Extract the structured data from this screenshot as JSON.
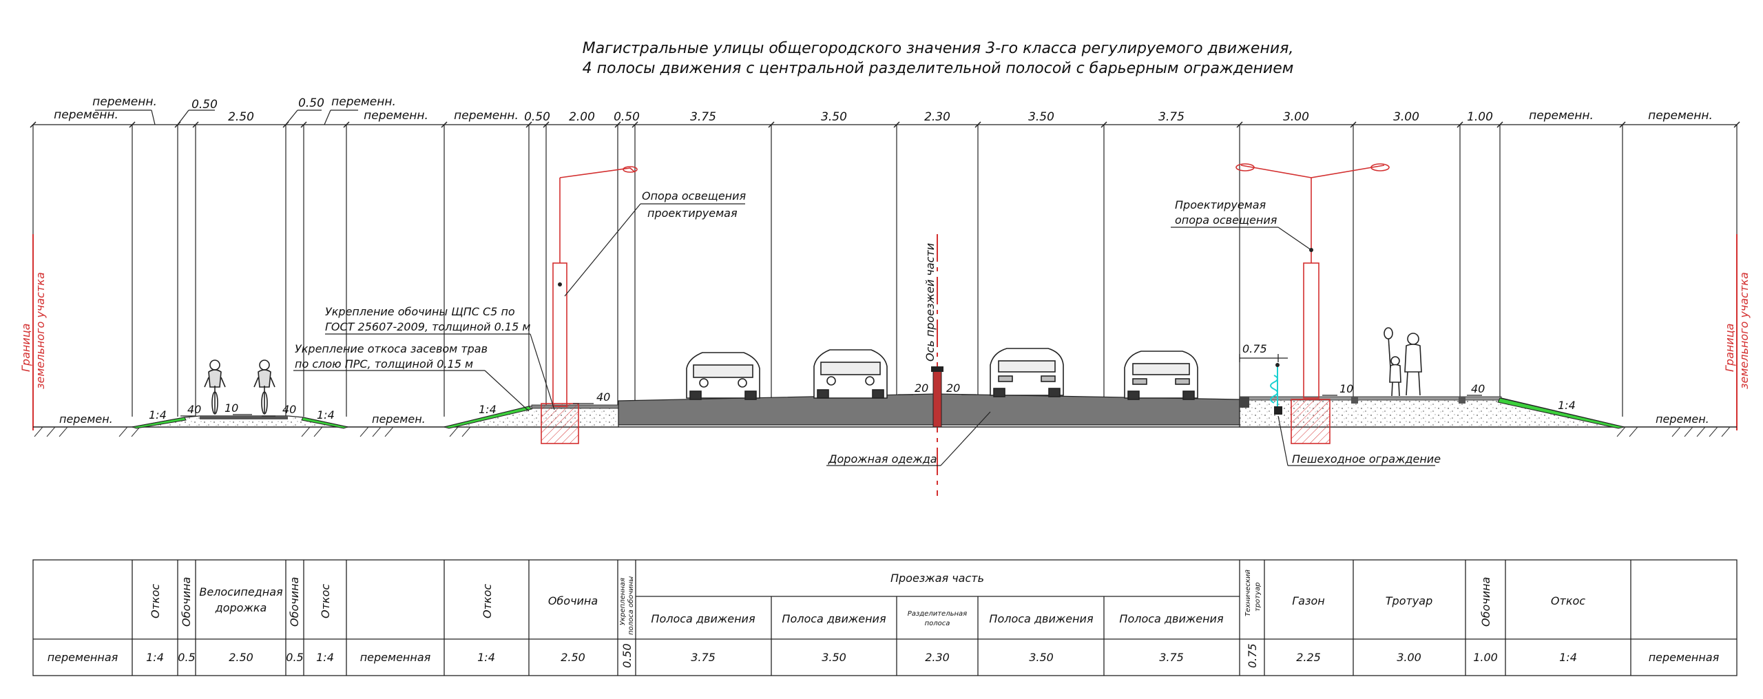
{
  "title": {
    "line1": "Магистральные улицы общегородского значения 3-го класса регулируемого движения,",
    "line2": "4 полосы движения с центральной разделительной полосой с барьерным ограждением"
  },
  "dimensions": [
    {
      "text": "перемен."
    },
    {
      "text": "переменн."
    },
    {
      "text": "0.50"
    },
    {
      "text": "2.50"
    },
    {
      "text": "0.50"
    },
    {
      "text": "переменн."
    },
    {
      "text": "переменн."
    },
    {
      "text": "переменн."
    },
    {
      "text": "0.50"
    },
    {
      "text": "2.00"
    },
    {
      "text": "0.50"
    },
    {
      "text": "3.75"
    },
    {
      "text": "3.50"
    },
    {
      "text": "2.30"
    },
    {
      "text": "3.50"
    },
    {
      "text": "3.75"
    },
    {
      "text": "3.00"
    },
    {
      "text": "3.00"
    },
    {
      "text": "1.00"
    },
    {
      "text": "переменн."
    },
    {
      "text": "переменн."
    }
  ],
  "slopes": {
    "s1": "1:4",
    "s2": "1:4",
    "s3": "1:4",
    "s4": "1:4",
    "p40a": "40",
    "p10a": "10",
    "p40b": "40",
    "p40c": "40",
    "p20a": "20",
    "p20b": "20",
    "p10b": "10",
    "p40d": "40",
    "dim075": "0.75",
    "peremen_left": "перемен.",
    "peremen_mid": "перемен.",
    "peremen_right": "перемен."
  },
  "labels": {
    "boundary_left_1": "Граница",
    "boundary_left_2": "земельного участка",
    "boundary_right_1": "Граница",
    "boundary_right_2": "земельного участка",
    "axis": "Ось проезжей части",
    "light_left_1": "Опора освещения",
    "light_left_2": "проектируемая",
    "light_right_1": "Проектируемая",
    "light_right_2": "опора освещения",
    "shoulder_1": "Укрепление обочины ЩПС С5 по",
    "shoulder_2": "ГОСТ 25607-2009, толщиной 0.15 м",
    "slope_1": "Укрепление откоса засевом трав",
    "slope_2": "по слою ПРС, толщиной 0.15 м",
    "pavement": "Дорожная одежда",
    "fence": "Пешеходное ограждение"
  },
  "table": {
    "h_otkos1": "Откос",
    "h_obochina1": "Обочина",
    "h_velo1": "Велосипедная",
    "h_velo2": "дорожка",
    "h_obochina2": "Обочина",
    "h_otkos2": "Откос",
    "h_otkos3": "Откос",
    "h_obochina3": "Обочина",
    "h_ukrep1": "Укрепленная",
    "h_ukrep2": "полоса обочины",
    "h_road": "Проезжая часть",
    "h_lane1": "Полоса движения",
    "h_lane2": "Полоса движения",
    "h_div1": "Разделительная",
    "h_div2": "полоса",
    "h_lane3": "Полоса движения",
    "h_lane4": "Полоса движения",
    "h_tech1": "Технический",
    "h_tech2": "тротуар",
    "h_gazon": "Газон",
    "h_trotuar": "Тротуар",
    "h_obochina4": "Обочина",
    "h_otkos4": "Откос",
    "values": [
      "переменная",
      "1:4",
      "0.5",
      "2.50",
      "0.5",
      "1:4",
      "переменная",
      "1:4",
      "2.50",
      "0.50",
      "3.75",
      "3.50",
      "2.30",
      "3.50",
      "3.75",
      "0.75",
      "2.25",
      "3.00",
      "1.00",
      "1:4",
      "переменная"
    ]
  }
}
